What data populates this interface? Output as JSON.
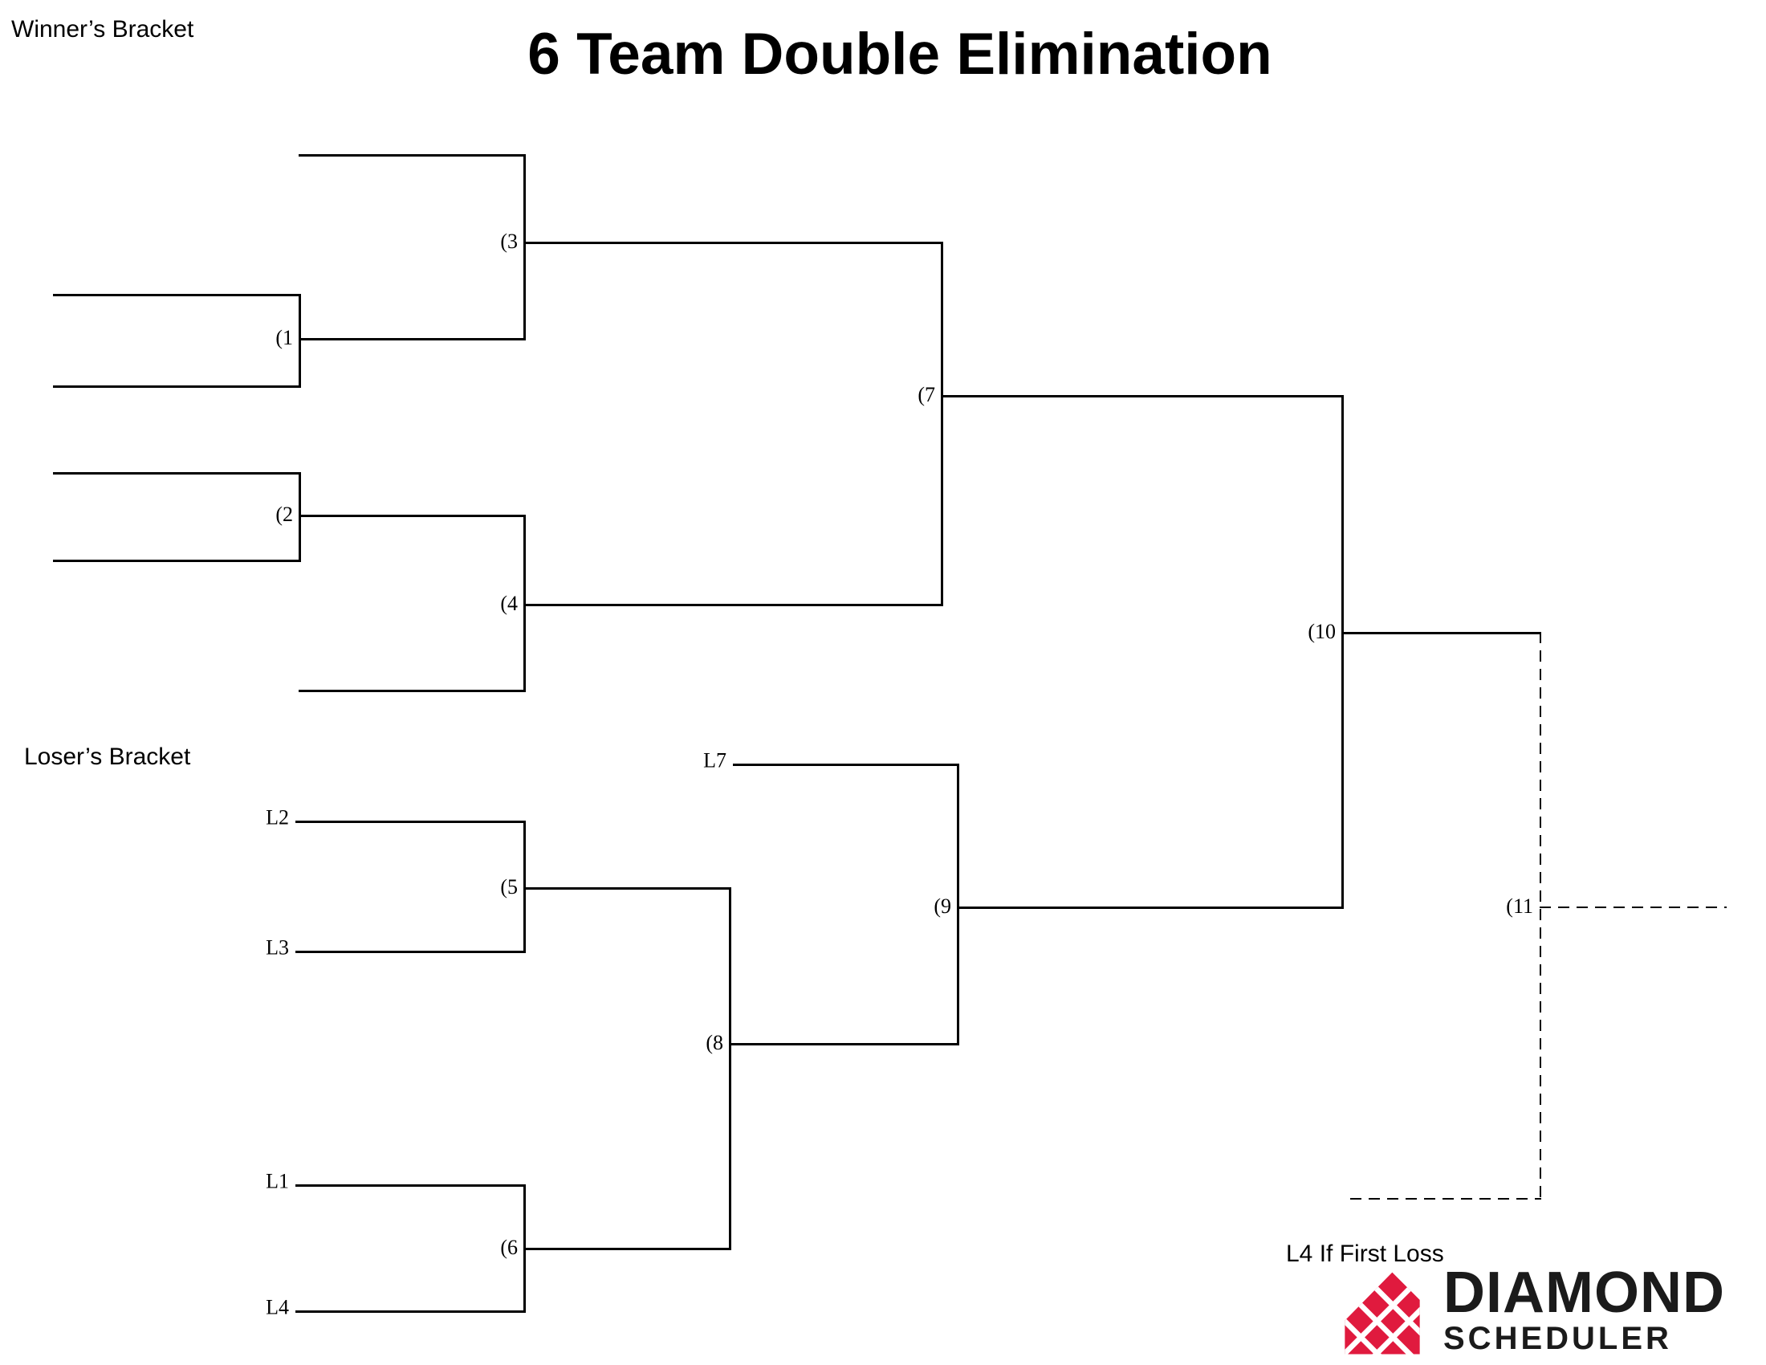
{
  "header": {
    "title": "6 Team Double Elimination",
    "winners_label": "Winner’s Bracket",
    "losers_label": "Loser’s Bracket"
  },
  "bracket": {
    "winners_matches": [
      {
        "num": 1,
        "label": "(1"
      },
      {
        "num": 2,
        "label": "(2"
      },
      {
        "num": 3,
        "label": "(3"
      },
      {
        "num": 4,
        "label": "(4"
      },
      {
        "num": 7,
        "label": "(7"
      },
      {
        "num": 10,
        "label": "(10"
      }
    ],
    "losers_matches": [
      {
        "num": 5,
        "label": "(5"
      },
      {
        "num": 6,
        "label": "(6"
      },
      {
        "num": 8,
        "label": "(8"
      },
      {
        "num": 9,
        "label": "(9"
      }
    ],
    "final_match": {
      "num": 11,
      "label": "(11"
    },
    "loser_feeds": [
      {
        "label": "L7"
      },
      {
        "label": "L2"
      },
      {
        "label": "L3"
      },
      {
        "label": "L1"
      },
      {
        "label": "L4"
      }
    ],
    "note": "L4 If First Loss"
  },
  "logo": {
    "brand": "DIAMOND",
    "product": "SCHEDULER",
    "icon": "diamond-lattice-icon",
    "brand_red": "#e01a3e",
    "text_color": "#1b1b1b"
  },
  "colors": {
    "background": "#ffffff",
    "line": "#000000",
    "text": "#000000"
  }
}
